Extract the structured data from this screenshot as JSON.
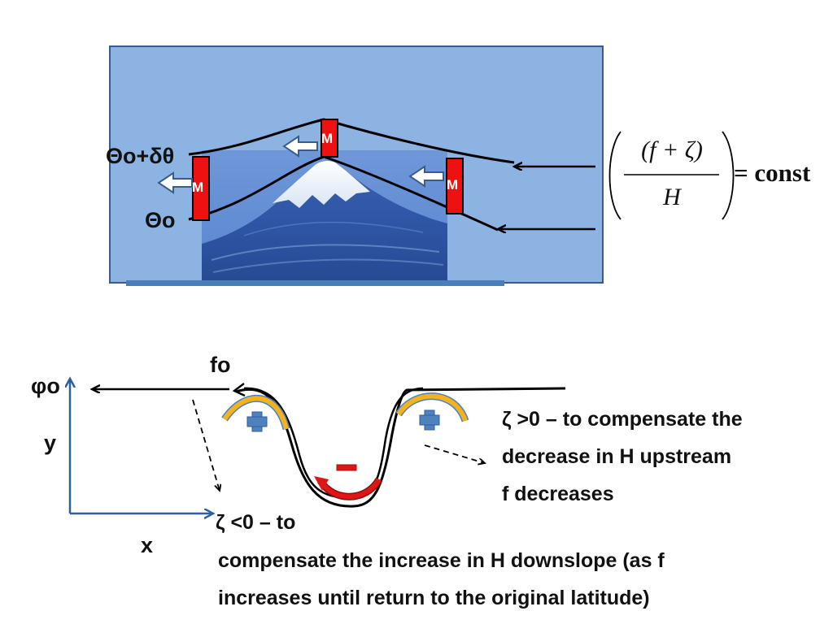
{
  "top_panel": {
    "theta_upper": "Θo+δθ",
    "theta_lower": "Θo",
    "marker_label": "M"
  },
  "equation": {
    "numerator": "(f + ζ)",
    "denominator": "H",
    "rhs": "= const"
  },
  "bottom_panel": {
    "phi_label": "φo",
    "fo_label": "fo",
    "y_axis_label": "y",
    "x_axis_label": "x",
    "plus_sign": "+",
    "minus_sign": "−",
    "upstream_text": [
      "ζ >0 – to compensate the",
      "decrease in H upstream",
      "f decreases"
    ],
    "downslope_text": [
      "ζ <0 – to",
      "compensate the increase in H downslope (as f",
      "increases until return to the original latitude)"
    ]
  },
  "colors": {
    "panel_fill": "#8db3e2",
    "marker_red": "#ee1111",
    "arc_gold": "#f2b31e",
    "arc_red": "#e01515",
    "plus_blue": "#4f81bd",
    "axis_blue": "#2e5f9e"
  }
}
